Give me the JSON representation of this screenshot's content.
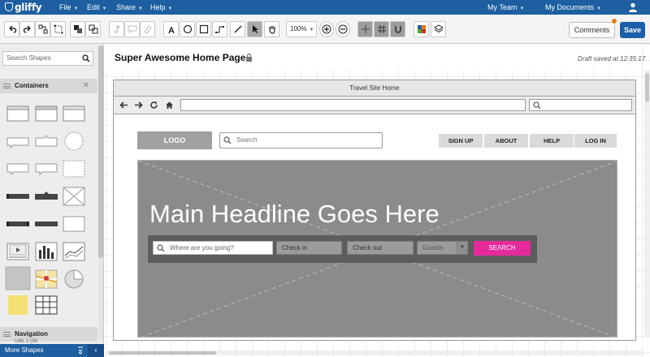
{
  "topbar": {
    "logo": "gliffy",
    "menus": [
      "File",
      "Edit",
      "Share",
      "Help"
    ],
    "team": "My Team",
    "documents": "My Documents"
  },
  "toolbar": {
    "zoom": "100%",
    "comments": "Comments",
    "save": "Save"
  },
  "sidebar": {
    "search_placeholder": "Search Shapes",
    "section_containers": "Containers",
    "section_navigation": "Navigation",
    "nav_sub": "UML 1 (36",
    "more_shapes": "More Shapes"
  },
  "document": {
    "title": "Super Awesome Home Page",
    "draft_status": "Draft saved at 12:35:17"
  },
  "mockup": {
    "browser_title": "Travel Site Home",
    "logo": "LOGO",
    "search_placeholder": "Search",
    "nav": [
      "SIGN UP",
      "ABOUT",
      "HELP",
      "LOG IN"
    ],
    "headline": "Main Headline Goes Here",
    "where": "Where are you going?",
    "check_in": "Check in",
    "check_out": "Check out",
    "guests": "Guests",
    "search_button": "SEARCH"
  },
  "colors": {
    "brand_blue": "#1d5fa0",
    "save_blue": "#1b5fa8",
    "search_pink": "#e62a9c",
    "notification": "#e9770e"
  },
  "icons": [
    "user-icon",
    "undo-icon",
    "redo-icon",
    "text-icon",
    "ellipse-icon",
    "rectangle-icon",
    "line-icon",
    "pointer-icon",
    "hand-icon",
    "zoom-in-icon",
    "zoom-out-icon",
    "grid-icon",
    "layers-icon",
    "lock-icon",
    "back-icon",
    "forward-icon",
    "refresh-icon",
    "home-icon",
    "search-icon"
  ]
}
